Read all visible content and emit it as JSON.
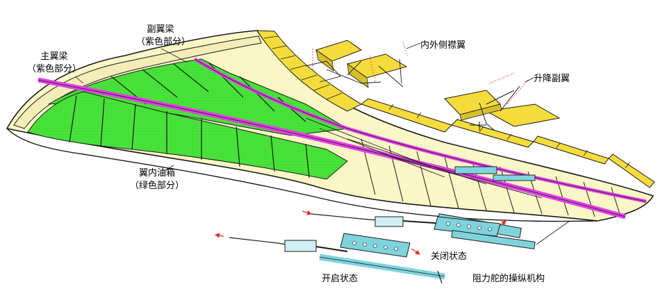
{
  "labels": {
    "aux_spar": "副翼梁",
    "aux_spar_note": "（紫色部分）",
    "main_spar": "主翼梁",
    "main_spar_note": "（紫色部分）",
    "fuel_tank": "翼内油箱",
    "fuel_tank_note": "（绿色部分）",
    "flaps": "内外侧襟翼",
    "flaperon": "升降副翼",
    "closed_state": "关闭状态",
    "open_state": "开启状态",
    "mechanism": "阻力舵的操纵机构"
  },
  "colors": {
    "spar": "#e23ee6",
    "fuel_tank": "#48e33a",
    "control_surface": "#f5dc3c",
    "wing_skin": "#fbf6c6",
    "actuator": "#7fd3dd",
    "outline": "#1a1a1a",
    "arrow": "#e0302a"
  }
}
